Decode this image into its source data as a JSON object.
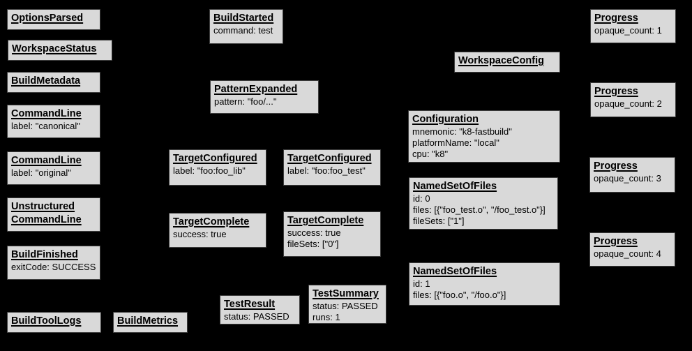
{
  "diagram": {
    "description": "Build Event Protocol event graph",
    "colors": {
      "background": "#000000",
      "node_fill": "#d9d9d9",
      "node_border": "#3f3f3f",
      "text": "#000000"
    },
    "nodes": {
      "options_parsed": {
        "titles": [
          "OptionsParsed"
        ],
        "lines": []
      },
      "workspace_status": {
        "titles": [
          "WorkspaceStatus"
        ],
        "lines": []
      },
      "build_metadata": {
        "titles": [
          "BuildMetadata"
        ],
        "lines": []
      },
      "command_line_canonical": {
        "titles": [
          "CommandLine"
        ],
        "lines": [
          "label: \"canonical\""
        ]
      },
      "command_line_original": {
        "titles": [
          "CommandLine"
        ],
        "lines": [
          "label: \"original\""
        ]
      },
      "unstructured_command_line": {
        "titles": [
          "Unstructured",
          "CommandLine"
        ],
        "lines": []
      },
      "build_finished": {
        "titles": [
          "BuildFinished"
        ],
        "lines": [
          "exitCode: SUCCESS"
        ]
      },
      "build_tool_logs": {
        "titles": [
          "BuildToolLogs"
        ],
        "lines": []
      },
      "build_metrics": {
        "titles": [
          "BuildMetrics"
        ],
        "lines": []
      },
      "build_started": {
        "titles": [
          "BuildStarted"
        ],
        "lines": [
          "command: test"
        ]
      },
      "pattern_expanded": {
        "titles": [
          "PatternExpanded"
        ],
        "lines": [
          "pattern: \"foo/...\""
        ]
      },
      "target_configured_lib": {
        "titles": [
          "TargetConfigured"
        ],
        "lines": [
          "label: \"foo:foo_lib\""
        ]
      },
      "target_complete_lib": {
        "titles": [
          "TargetComplete"
        ],
        "lines": [
          "success: true"
        ]
      },
      "target_configured_test": {
        "titles": [
          "TargetConfigured"
        ],
        "lines": [
          "label: \"foo:foo_test\""
        ]
      },
      "target_complete_test": {
        "titles": [
          "TargetComplete"
        ],
        "lines": [
          "success: true",
          "fileSets: [\"0\"]"
        ]
      },
      "test_result": {
        "titles": [
          "TestResult"
        ],
        "lines": [
          "status: PASSED"
        ]
      },
      "test_summary": {
        "titles": [
          "TestSummary"
        ],
        "lines": [
          "status: PASSED",
          "runs: 1"
        ]
      },
      "workspace_config": {
        "titles": [
          "WorkspaceConfig"
        ],
        "lines": []
      },
      "configuration": {
        "titles": [
          "Configuration"
        ],
        "lines": [
          "mnemonic: \"k8-fastbuild\"",
          "platformName: \"local\"",
          "cpu: \"k8\""
        ]
      },
      "named_set_of_files_0": {
        "titles": [
          "NamedSetOfFiles"
        ],
        "lines": [
          "id: 0",
          "files: [{\"foo_test.o\", \"/foo_test.o\"}]",
          "fileSets: [\"1\"]"
        ]
      },
      "named_set_of_files_1": {
        "titles": [
          "NamedSetOfFiles"
        ],
        "lines": [
          "id: 1",
          "files: [{\"foo.o\", \"/foo.o\"}]"
        ]
      },
      "progress_1": {
        "titles": [
          "Progress"
        ],
        "lines": [
          "opaque_count: 1"
        ]
      },
      "progress_2": {
        "titles": [
          "Progress"
        ],
        "lines": [
          "opaque_count: 2"
        ]
      },
      "progress_3": {
        "titles": [
          "Progress"
        ],
        "lines": [
          "opaque_count: 3"
        ]
      },
      "progress_4": {
        "titles": [
          "Progress"
        ],
        "lines": [
          "opaque_count: 4"
        ]
      }
    }
  }
}
